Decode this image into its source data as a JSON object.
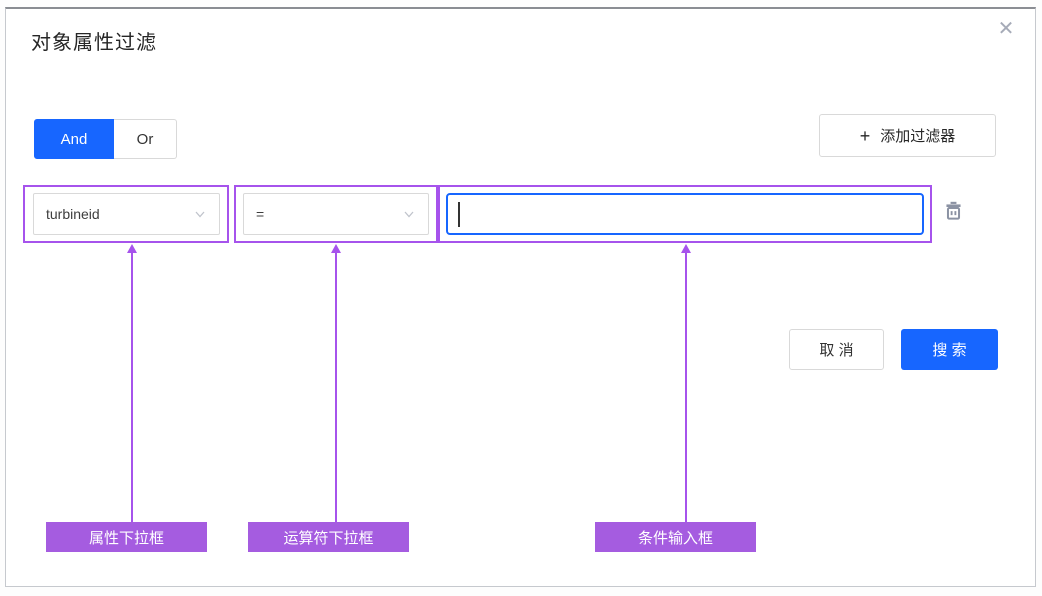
{
  "dialog": {
    "title": "对象属性过滤"
  },
  "close_glyph": "✕",
  "logic_toggle": {
    "and_label": "And",
    "or_label": "Or",
    "selected": "And"
  },
  "add_filter_button": {
    "plus_glyph": "+",
    "label": "添加过滤器"
  },
  "filter_row": {
    "attribute_dropdown": {
      "value": "turbineid"
    },
    "operator_dropdown": {
      "value": "="
    },
    "condition_input": {
      "value": "",
      "placeholder": ""
    }
  },
  "footer": {
    "cancel_label": "取 消",
    "search_label": "搜 索"
  },
  "annotations": {
    "labels": [
      {
        "text": "属性下拉框"
      },
      {
        "text": "运算符下拉框"
      },
      {
        "text": "条件输入框"
      }
    ]
  },
  "colors": {
    "primary_blue": "#1766ff",
    "annotation_purple": "#a653ec",
    "label_purple": "#a55ce0",
    "border_gray": "#d9d9d9",
    "icon_gray": "#8b92a3"
  }
}
